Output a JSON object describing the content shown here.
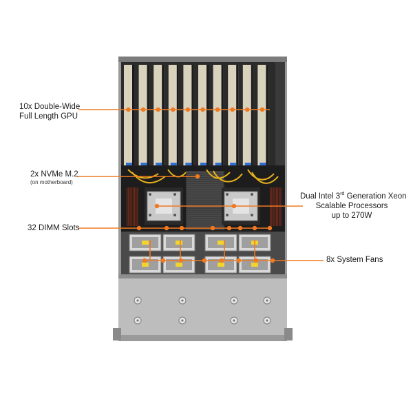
{
  "colors": {
    "callout": "#f07a22",
    "chassis": "#c8c8c8",
    "gpu_shell": "#d9d2bd",
    "board": "#1f1f1f",
    "cable": "#e8b21c",
    "nvme_blue": "#2f6fd0"
  },
  "callouts": {
    "gpu": {
      "line1": "10x Double-Wide",
      "line2": "Full Length GPU",
      "dots": 10
    },
    "nvme": {
      "line1": "2x NVMe M.2",
      "line2": "(on motherboard)"
    },
    "cpu": {
      "line1_pre": "Dual Intel 3",
      "line1_sup": "rd",
      "line1_post": " Generation Xeon",
      "line2": "Scalable Processors",
      "line3": "up to 270W"
    },
    "dimm": {
      "line1": "32 DIMM Slots",
      "dots": 8
    },
    "fans": {
      "line1": "8x System Fans",
      "dots": 8
    }
  },
  "hardware": {
    "gpu_count": 10,
    "fan_count": 8,
    "cpu_count": 2
  }
}
